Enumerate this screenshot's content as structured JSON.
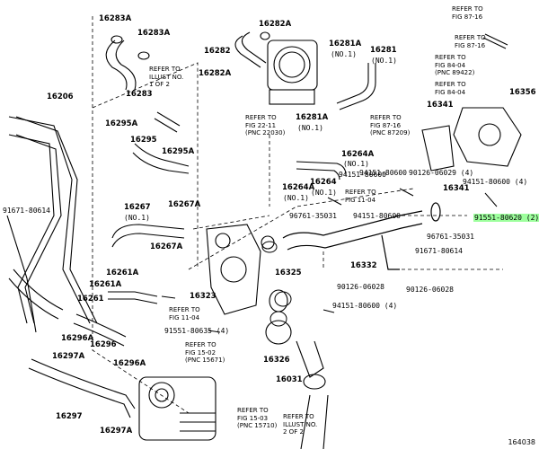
{
  "diagram": {
    "illustration_id": "164038",
    "highlight_color": "#9dff9d",
    "labels": [
      {
        "id": "16283A-top",
        "text": "16283A"
      },
      {
        "id": "16283A-2",
        "text": "16283A"
      },
      {
        "id": "16283",
        "text": "16283"
      },
      {
        "id": "16282A-top",
        "text": "16282A"
      },
      {
        "id": "16282",
        "text": "16282"
      },
      {
        "id": "16282A-left",
        "text": "16282A"
      },
      {
        "id": "16281A-top",
        "text": "16281A"
      },
      {
        "id": "no1-a",
        "text": "(NO.1)"
      },
      {
        "id": "16281",
        "text": "16281"
      },
      {
        "id": "no1-b",
        "text": "(NO.1)"
      },
      {
        "id": "16281A-mid",
        "text": "16281A"
      },
      {
        "id": "no1-c",
        "text": "(NO.1)"
      },
      {
        "id": "16206",
        "text": "16206"
      },
      {
        "id": "16295A-1",
        "text": "16295A"
      },
      {
        "id": "16295",
        "text": "16295"
      },
      {
        "id": "16295A-2",
        "text": "16295A"
      },
      {
        "id": "91671-80614-left",
        "text": "91671-80614"
      },
      {
        "id": "16267",
        "text": "16267"
      },
      {
        "id": "no1-d",
        "text": "(NO.1)"
      },
      {
        "id": "16267A-1",
        "text": "16267A"
      },
      {
        "id": "16267A-2",
        "text": "16267A"
      },
      {
        "id": "16264A",
        "text": "16264A"
      },
      {
        "id": "no1-e",
        "text": "(NO.1)"
      },
      {
        "id": "16264",
        "text": "16264"
      },
      {
        "id": "no1-f",
        "text": "(NO.1)"
      },
      {
        "id": "16264A-2",
        "text": "16264A"
      },
      {
        "id": "no1-g",
        "text": "(NO.1)"
      },
      {
        "id": "94151-80600-a",
        "text": "94151-80600"
      },
      {
        "id": "96761-35031-a",
        "text": "96761-35031"
      },
      {
        "id": "94151-80600-b",
        "text": "94151-80600"
      },
      {
        "id": "16261A-1",
        "text": "16261A"
      },
      {
        "id": "16261A-2",
        "text": "16261A"
      },
      {
        "id": "16261",
        "text": "16261"
      },
      {
        "id": "16323",
        "text": "16323"
      },
      {
        "id": "16325",
        "text": "16325"
      },
      {
        "id": "16296A",
        "text": "16296A"
      },
      {
        "id": "16296",
        "text": "16296"
      },
      {
        "id": "91551-80635",
        "text": "91551-80635 (4)"
      },
      {
        "id": "16297A",
        "text": "16297A"
      },
      {
        "id": "16296A-2",
        "text": "16296A"
      },
      {
        "id": "16297",
        "text": "16297"
      },
      {
        "id": "16297A-2",
        "text": "16297A"
      },
      {
        "id": "16326",
        "text": "16326"
      },
      {
        "id": "16031",
        "text": "16031"
      },
      {
        "id": "16332",
        "text": "16332"
      },
      {
        "id": "96761-35031-b",
        "text": "96761-35031"
      },
      {
        "id": "91671-80614-right",
        "text": "91671-80614"
      },
      {
        "id": "90126-06028-a",
        "text": "90126-06028"
      },
      {
        "id": "90126-06028-b",
        "text": "90126-06028"
      },
      {
        "id": "94151-80600-c",
        "text": "94151-80600 (4)"
      },
      {
        "id": "94151-80600-d",
        "text": "94151-80600"
      },
      {
        "id": "90126-06029",
        "text": "90126-06029 (4)"
      },
      {
        "id": "16341-1",
        "text": "16341"
      },
      {
        "id": "16341-2",
        "text": "16341"
      },
      {
        "id": "16356",
        "text": "16356"
      },
      {
        "id": "94151-80600-e",
        "text": "94151-80600 (4)"
      },
      {
        "id": "91551-80620",
        "text": "91551-80620 (2)",
        "highlight": true
      }
    ],
    "notes": [
      {
        "id": "ref-illust",
        "text": "REFER TO\nILLUST NO.\n1 OF 2"
      },
      {
        "id": "ref-2211",
        "text": "REFER TO\nFIG 22-11\n(PNC 22030)"
      },
      {
        "id": "ref-8716-a",
        "text": "REFER TO\nFIG 87-16"
      },
      {
        "id": "ref-8716-b",
        "text": "REFER TO\nFIG 87-16"
      },
      {
        "id": "ref-8404-a",
        "text": "REFER TO\nFIG 84-04\n(PNC 89422)"
      },
      {
        "id": "ref-8404-b",
        "text": "REFER TO\nFIG 84-04"
      },
      {
        "id": "ref-8716-c",
        "text": "REFER TO\nFIG 87-16\n(PNC 87209)"
      },
      {
        "id": "ref-1104-a",
        "text": "REFER TO\nFIG 11-04"
      },
      {
        "id": "ref-1104-b",
        "text": "REFER TO\nFIG 11-04"
      },
      {
        "id": "ref-1502",
        "text": "REFER TO\nFIG 15-02\n(PNC 15671)"
      },
      {
        "id": "ref-1503",
        "text": "REFER TO\nFIG 15-03\n(PNC 15710)"
      },
      {
        "id": "ref-illust-2",
        "text": "REFER TO\nILLUST NO.\n2 OF 2"
      }
    ]
  }
}
